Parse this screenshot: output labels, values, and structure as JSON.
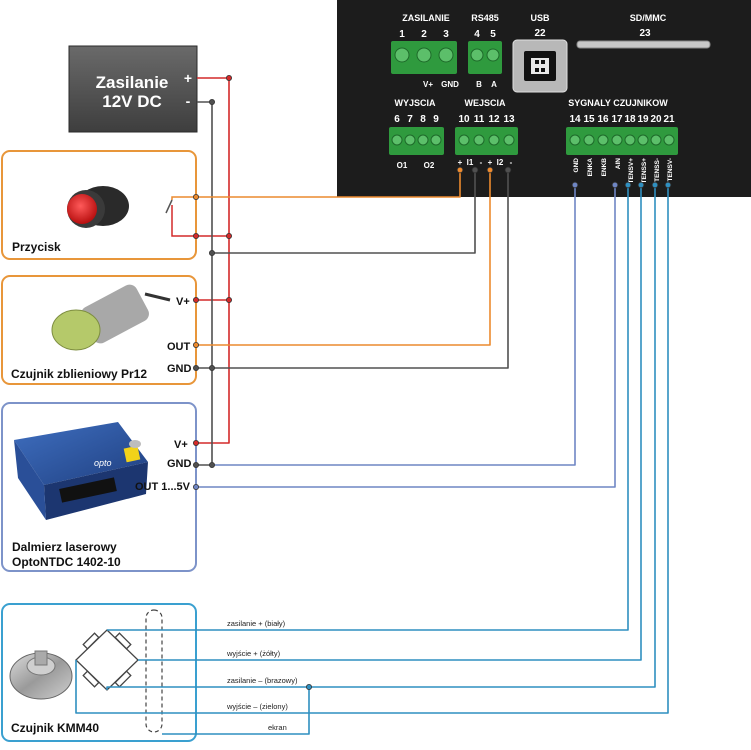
{
  "colors": {
    "red": "#d42a2a",
    "gray": "#505050",
    "orange": "#ec8a2e",
    "blue": "#6f86c4",
    "teal": "#2f8fc0",
    "panel": "#1c1c1c",
    "terminal_green": "#2f9a3e",
    "box_orange": "#e8963a",
    "box_blue": "#7d93c9",
    "box_teal": "#3aa0d0"
  },
  "controller": {
    "zasilanie_title": "ZASILANIE",
    "zasilanie_nums": [
      "1",
      "2",
      "3"
    ],
    "zasilanie_sub": [
      "V+",
      "GND"
    ],
    "rs485_title": "RS485",
    "rs485_nums": [
      "4",
      "5"
    ],
    "rs485_sub": [
      "B",
      "A"
    ],
    "usb_title": "USB",
    "usb_num": "22",
    "sdmmc_title": "SD/MMC",
    "sdmmc_num": "23",
    "wyjscia_title": "WYJSCIA",
    "wyjscia_nums": [
      "6",
      "7",
      "8",
      "9"
    ],
    "wyjscia_sub": [
      "O1",
      "O2"
    ],
    "wejscia_title": "WEJSCIA",
    "wejscia_nums": [
      "10",
      "11",
      "12",
      "13"
    ],
    "wejscia_sub": [
      "+",
      "I1",
      "-",
      "+",
      "I2",
      "-"
    ],
    "sygnaly_title": "SYGNALY CZUJNIKOW",
    "sygnaly_nums": [
      "14",
      "15",
      "16",
      "17",
      "18",
      "19",
      "20",
      "21"
    ],
    "sygnaly_sub": [
      "GND",
      "ENKA",
      "ENKB",
      "AIN",
      "TENSV+",
      "TENSS+",
      "TENSS-",
      "TENSV-"
    ]
  },
  "power_supply": {
    "line1": "Zasilanie",
    "line2": "12V DC",
    "plus": "+",
    "minus": "-"
  },
  "przycisk": {
    "label": "Przycisk"
  },
  "proximity": {
    "label": "Czujnik zblieniowy Pr12",
    "pin_vplus": "V+",
    "pin_out": "OUT",
    "pin_gnd": "GND"
  },
  "laser": {
    "label1": "Dalmierz laserowy",
    "label2": "OptoNTDC 1402-10",
    "pin_vplus": "V+",
    "pin_gnd": "GND",
    "pin_out": "OUT 1...5V",
    "brand": "opto"
  },
  "kmm": {
    "label": "Czujnik KMM40",
    "w1": "zasilanie +  (biały)",
    "w2": "wyjście +  (żółty)",
    "w3": "zasilanie –  (brazowy)",
    "w4": "wyjście –  (zielony)",
    "w5": "ekran"
  }
}
